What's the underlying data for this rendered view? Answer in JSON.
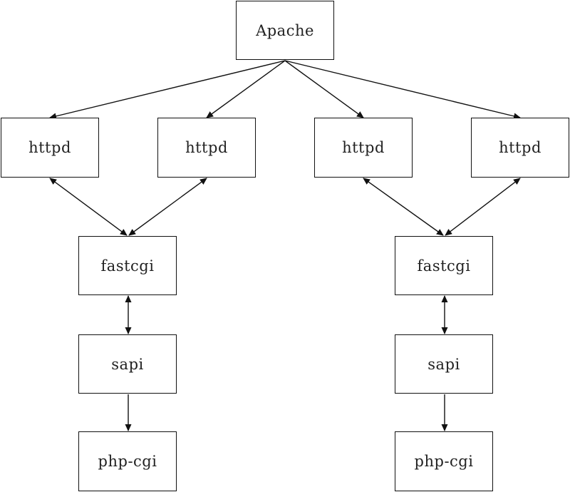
{
  "nodes": {
    "apache": "Apache",
    "httpd": [
      "httpd",
      "httpd",
      "httpd",
      "httpd"
    ],
    "fastcgi": [
      "fastcgi",
      "fastcgi"
    ],
    "sapi": [
      "sapi",
      "sapi"
    ],
    "php_cgi": [
      "php-cgi",
      "php-cgi"
    ]
  },
  "edges": [
    {
      "from": "Apache",
      "to": "httpd (1)",
      "direction": "one-way"
    },
    {
      "from": "Apache",
      "to": "httpd (2)",
      "direction": "one-way"
    },
    {
      "from": "Apache",
      "to": "httpd (3)",
      "direction": "one-way"
    },
    {
      "from": "Apache",
      "to": "httpd (4)",
      "direction": "one-way"
    },
    {
      "from": "httpd (1)",
      "to": "fastcgi (left)",
      "direction": "two-way"
    },
    {
      "from": "httpd (2)",
      "to": "fastcgi (left)",
      "direction": "two-way"
    },
    {
      "from": "httpd (3)",
      "to": "fastcgi (right)",
      "direction": "two-way"
    },
    {
      "from": "httpd (4)",
      "to": "fastcgi (right)",
      "direction": "two-way"
    },
    {
      "from": "fastcgi (left)",
      "to": "sapi (left)",
      "direction": "two-way"
    },
    {
      "from": "fastcgi (right)",
      "to": "sapi (right)",
      "direction": "two-way"
    },
    {
      "from": "sapi (left)",
      "to": "php-cgi (left)",
      "direction": "one-way"
    },
    {
      "from": "sapi (right)",
      "to": "php-cgi (right)",
      "direction": "one-way"
    }
  ],
  "colors": {
    "line": "#111111",
    "box_border": "#111111",
    "text": "#222222",
    "background": "#ffffff"
  }
}
